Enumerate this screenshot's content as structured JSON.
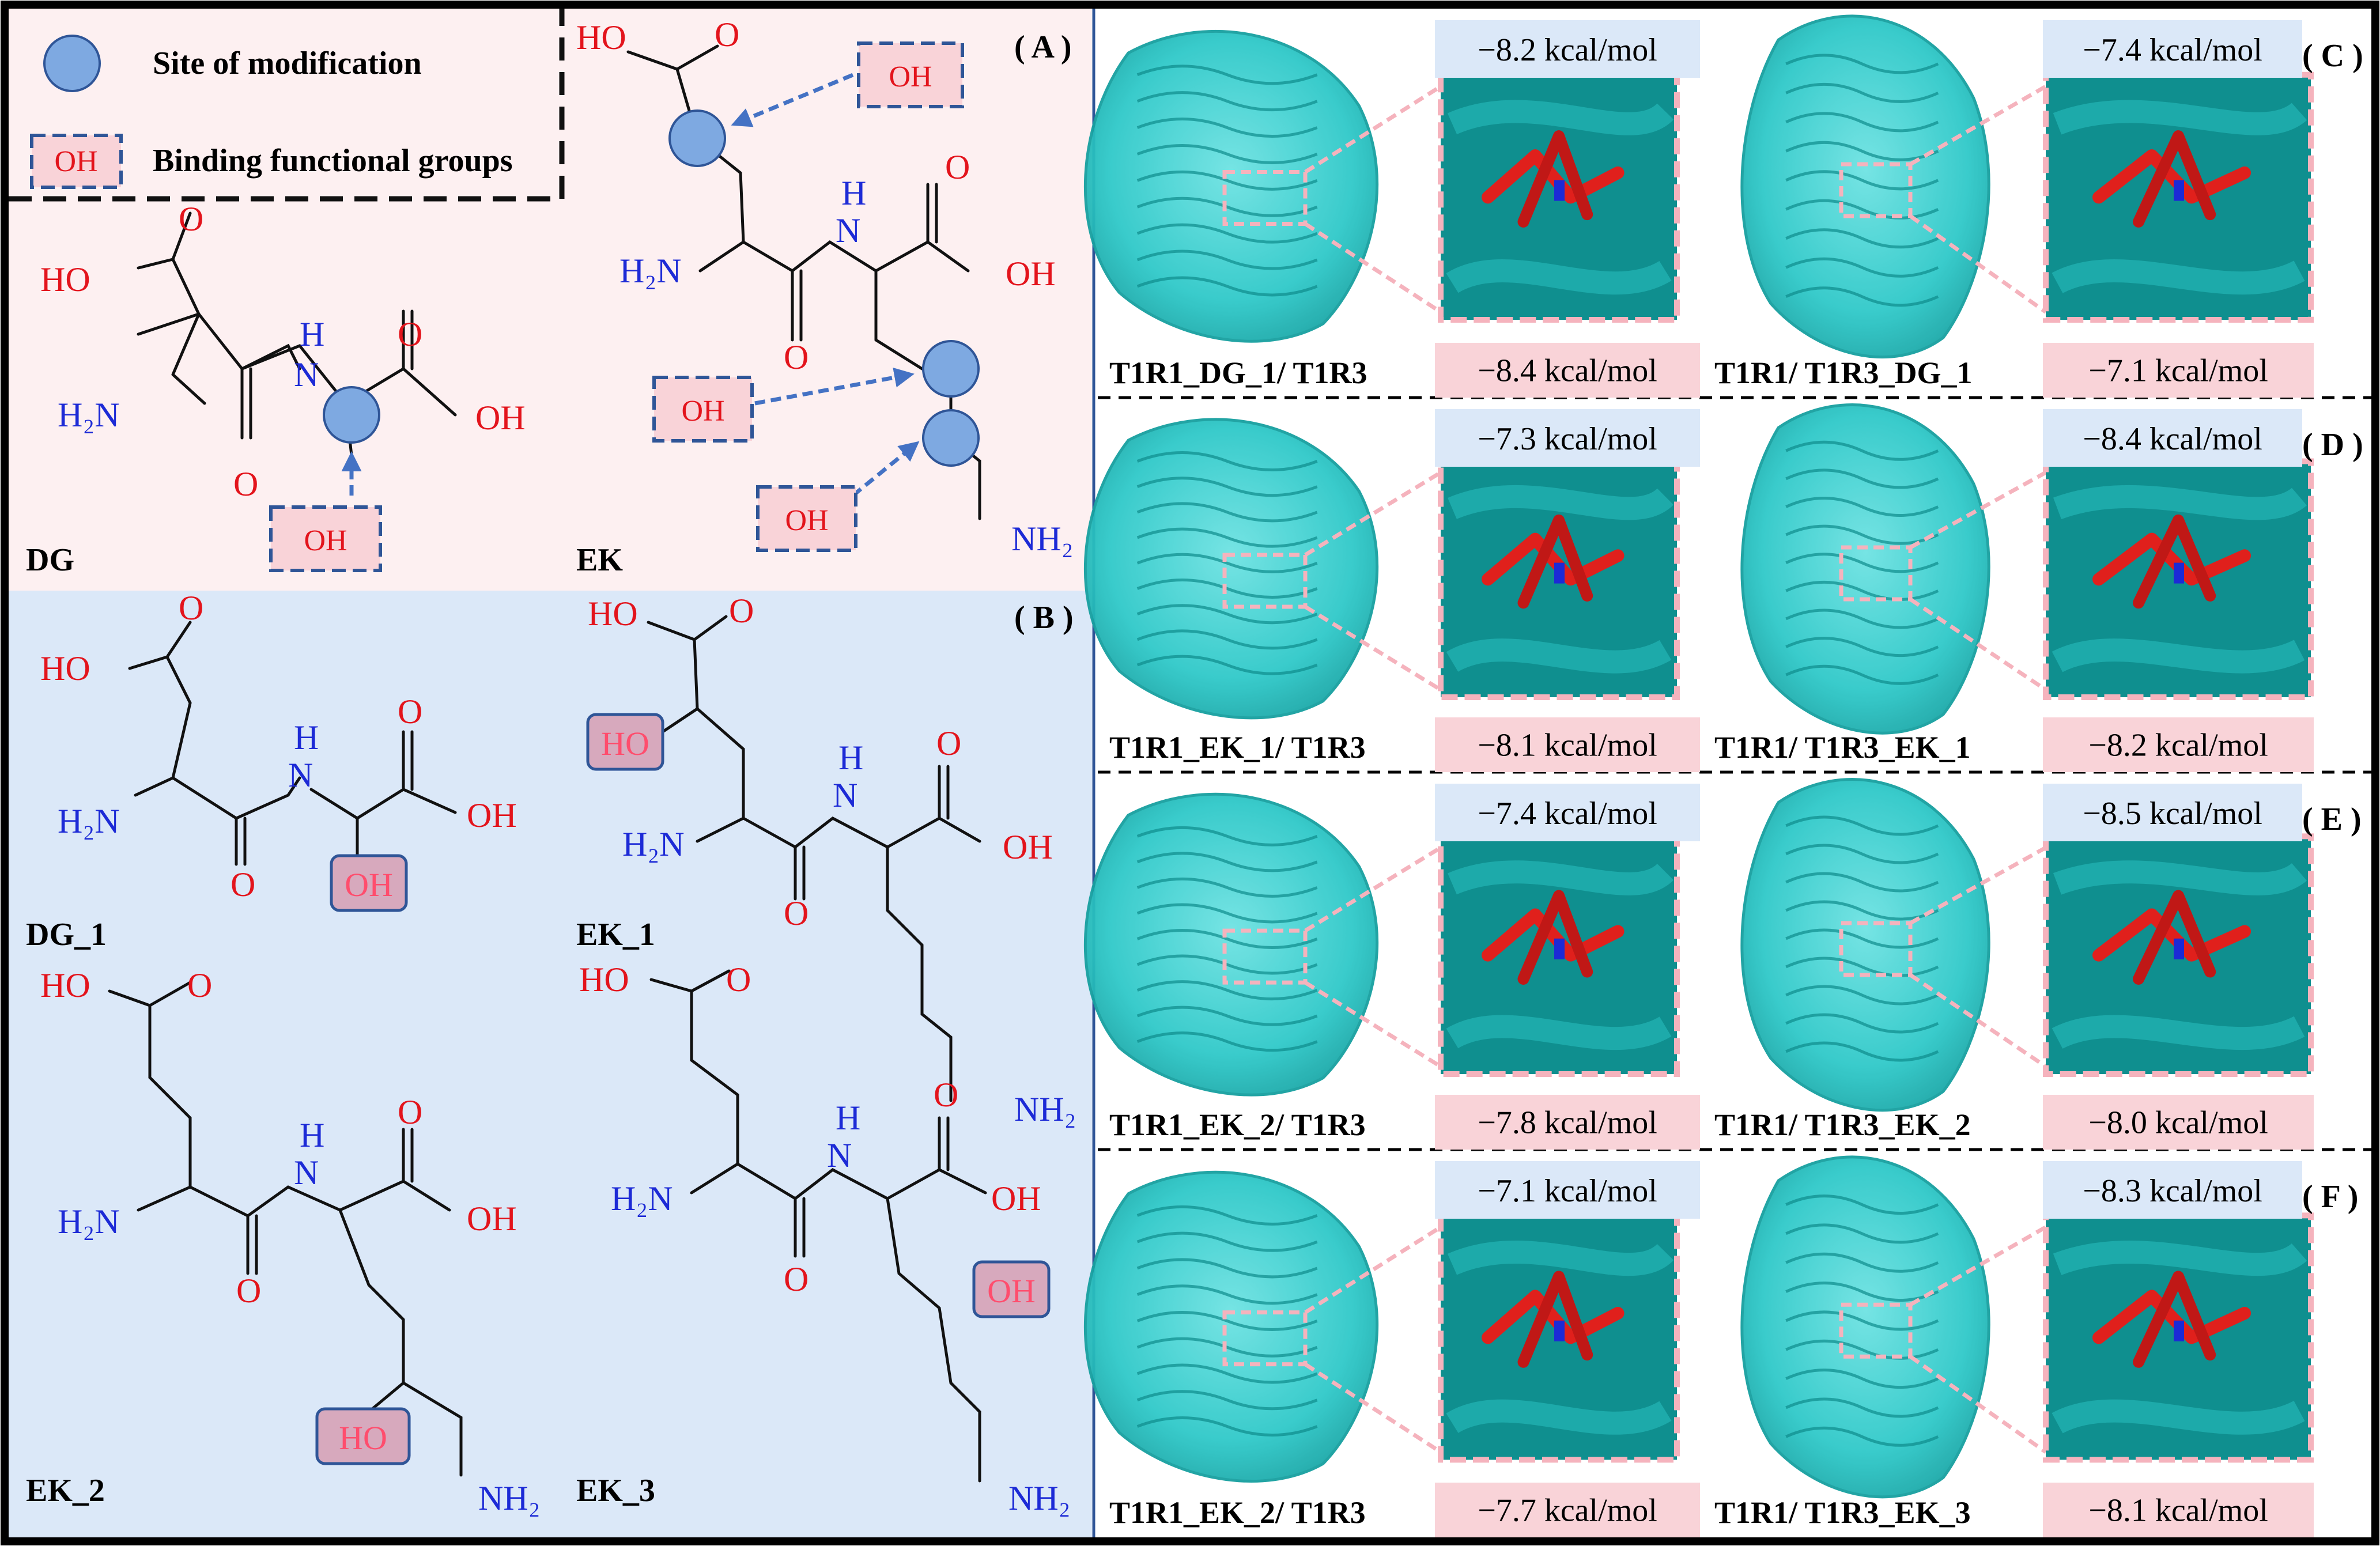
{
  "legend": {
    "site_label": "Site of modification",
    "group_tag": "OH",
    "group_label": "Binding functional groups"
  },
  "panel_labels": {
    "A": "( A )",
    "B": "( B )",
    "C": "( C )",
    "D": "( D )",
    "E": "( E )",
    "F": "( F )"
  },
  "panel_a": {
    "compounds": [
      "DG",
      "EK"
    ],
    "oh_tags": [
      "OH",
      "OH",
      "OH",
      "OH"
    ]
  },
  "panel_b": {
    "compounds": [
      "DG_1",
      "EK_1",
      "EK_2",
      "EK_3"
    ]
  },
  "atoms": {
    "oh_left": "HO",
    "oh_right": "OH",
    "o": "O",
    "h": "H",
    "n": "N",
    "h2n": "H₂N",
    "nh2": "NH₂"
  },
  "docking": [
    {
      "panel": "C",
      "left_label": "T1R1_DG_1/ T1R3",
      "left_top": "−8.2 kcal/mol",
      "left_bottom": "−8.4 kcal/mol",
      "right_label": "T1R1/ T1R3_DG_1",
      "right_top": "−7.4 kcal/mol",
      "right_bottom": "−7.1 kcal/mol"
    },
    {
      "panel": "D",
      "left_label": "T1R1_EK_1/ T1R3",
      "left_top": "−7.3 kcal/mol",
      "left_bottom": "−8.1 kcal/mol",
      "right_label": "T1R1/ T1R3_EK_1",
      "right_top": "−8.4 kcal/mol",
      "right_bottom": "−8.2 kcal/mol"
    },
    {
      "panel": "E",
      "left_label": "T1R1_EK_2/ T1R3",
      "left_top": "−7.4 kcal/mol",
      "left_bottom": "−7.8 kcal/mol",
      "right_label": "T1R1/ T1R3_EK_2",
      "right_top": "−8.5 kcal/mol",
      "right_bottom": "−8.0 kcal/mol"
    },
    {
      "panel": "F",
      "left_label": "T1R1_EK_2/ T1R3",
      "left_top": "−7.1 kcal/mol",
      "left_bottom": "−7.7 kcal/mol",
      "right_label": "T1R1/ T1R3_EK_3",
      "right_top": "−8.3 kcal/mol",
      "right_bottom": "−8.1 kcal/mol"
    }
  ],
  "colors": {
    "panel_a_bg": "#fdf0f1",
    "panel_b_bg": "#dbe8f8",
    "site_circle": "#7ea9e1",
    "oh_box_fill": "#f9d3d8",
    "oh_box_border": "#2f5597",
    "energy_top_bg": "#dbe8f8",
    "energy_bottom_bg": "#f9d3d8",
    "protein": "#2fc9c9",
    "ligand": "#e0201c",
    "oxygen": "#e3141c",
    "nitrogen": "#1c2ad6"
  }
}
